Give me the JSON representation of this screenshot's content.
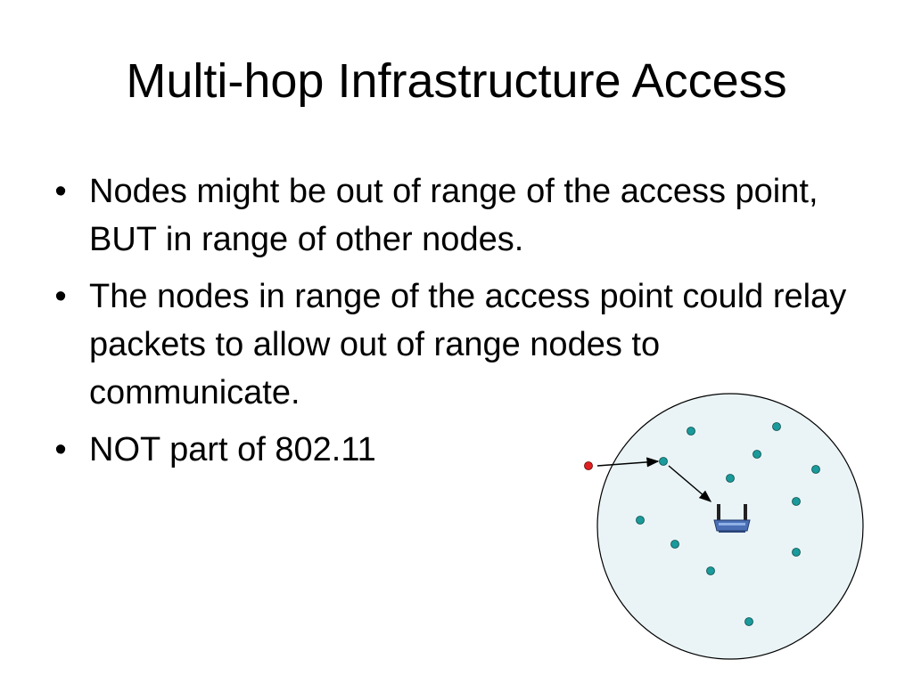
{
  "title": "Multi-hop Infrastructure Access",
  "bullets": [
    {
      "marker": "•",
      "text": "Nodes might be out of range of the access point, BUT in range of other nodes."
    },
    {
      "marker": "•",
      "text": "The nodes in range of the access point could relay packets to allow out of range nodes to communicate."
    },
    {
      "marker": "•",
      "text": "NOT part of 802.11"
    }
  ],
  "diagram": {
    "range_fill": "#eaf4f6",
    "node_color": "#1a9a9a",
    "out_of_range_node_color": "#e02020",
    "access_point_icon": "wireless-router-icon"
  }
}
